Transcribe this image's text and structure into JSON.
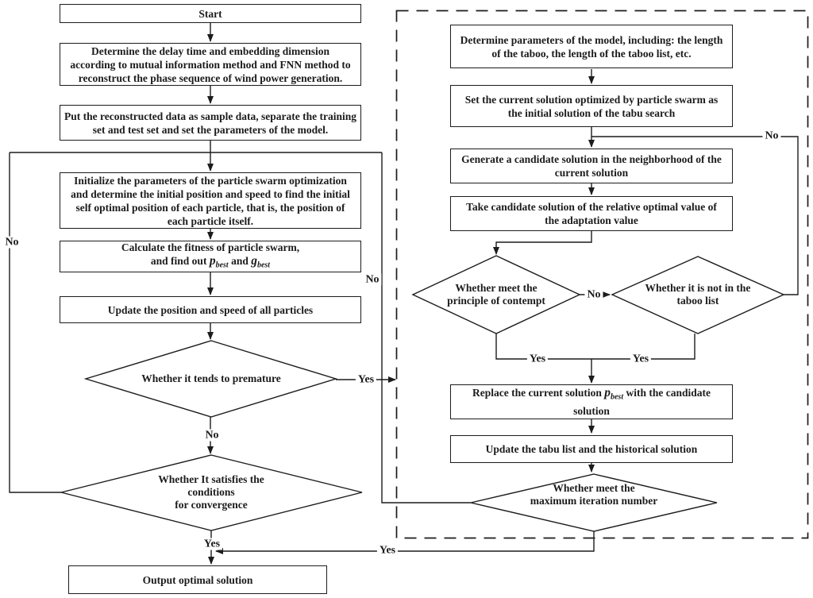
{
  "flowchart": {
    "pso": {
      "start": {
        "text": "Start"
      },
      "determine_delay": {
        "lines": [
          "Determine the delay time and embedding dimension",
          "according to mutual information method and FNN method to",
          "reconstruct the phase sequence of wind power generation."
        ]
      },
      "sample_data": {
        "lines": [
          "Put the reconstructed data as sample data, separate the training",
          "set and test set and set the parameters of the model."
        ]
      },
      "initialize_pso": {
        "lines": [
          "Initialize the parameters of the particle swarm optimization",
          "and determine the initial position and speed to find the initial",
          "self optimal position of each particle, that is, the position of",
          "each particle itself."
        ]
      },
      "calc_fitness": {
        "line1": "Calculate the fitness of particle swarm,",
        "line2_prefix": "and find out ",
        "var1": "p",
        "sub1": "best",
        "line2_mid": " and ",
        "var2": "g",
        "sub2": "best"
      },
      "update_particles": {
        "text": "Update the position and speed of all particles"
      },
      "premature_decision": {
        "text": "Whether it tends to premature"
      },
      "convergence_decision": {
        "lines": [
          "Whether It satisfies the",
          "conditions",
          "for convergence"
        ]
      },
      "output": {
        "text": "Output optimal solution"
      }
    },
    "tabu": {
      "determine_params": {
        "lines": [
          "Determine parameters of the model, including: the length",
          "of the taboo, the length of the taboo list, etc."
        ]
      },
      "set_current": {
        "lines": [
          "Set the current solution optimized by particle swarm as",
          "the initial solution of the tabu search"
        ]
      },
      "generate_candidate": {
        "lines": [
          "Generate a candidate solution in the neighborhood of the",
          "current solution"
        ]
      },
      "take_candidate": {
        "lines": [
          "Take candidate solution of the relative optimal value of",
          "the adaptation value"
        ]
      },
      "contempt_decision": {
        "lines": [
          "Whether meet the",
          "principle of contempt"
        ]
      },
      "taboo_list_decision": {
        "lines": [
          "Whether it is not in the",
          "taboo list"
        ]
      },
      "replace_solution": {
        "prefix": "Replace the current solution  ",
        "var": "p",
        "sub": "best",
        "suffix": "  with the candidate",
        "line2": "solution"
      },
      "update_tabu": {
        "text": "Update the tabu list and the historical solution"
      },
      "max_iter_decision": {
        "lines": [
          "Whether meet the",
          "maximum iteration number"
        ]
      }
    },
    "edge_labels": {
      "premature_yes": "Yes",
      "premature_no": "No",
      "convergence_yes": "Yes",
      "convergence_no": "No",
      "maxiter_no": "No",
      "maxiter_yes": "Yes",
      "contempt_no": "No",
      "contempt_yes": "Yes",
      "taboo_yes": "Yes",
      "taboo_no": "No"
    },
    "colors": {
      "line": "#1c1c1c",
      "background": "#ffffff"
    }
  }
}
